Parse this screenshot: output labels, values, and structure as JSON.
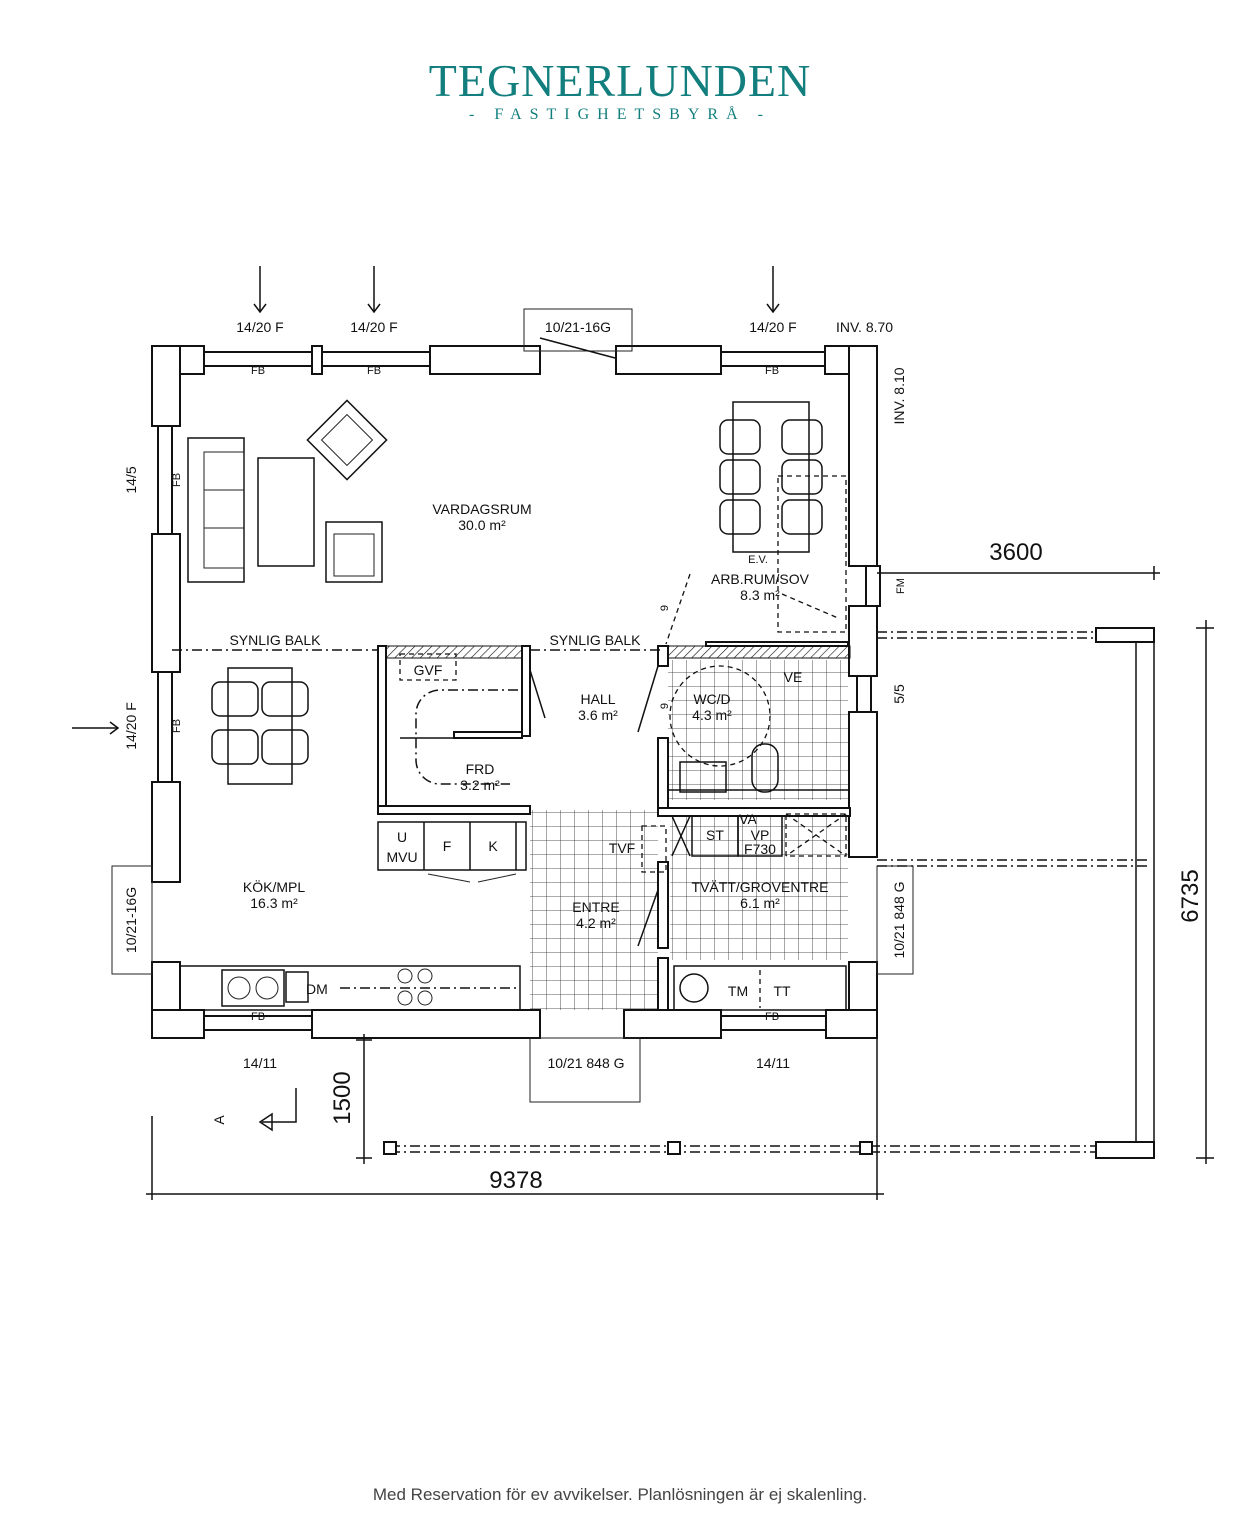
{
  "logo": {
    "name": "TEGNERLUNDEN",
    "tagline": "- FASTIGHETSBYRÅ -"
  },
  "plan": {
    "window_labels": {
      "top_left": "14/20 F",
      "top_middle": "14/20 F",
      "top_right": "14/20 F",
      "left_upper": "14/5",
      "left_lower": "14/20 F",
      "right_middle": "5/5",
      "bottom_left": "14/11",
      "bottom_right": "14/11"
    },
    "door_labels": {
      "top": "10/21-16G",
      "left": "10/21-16G",
      "right": "10/21 848 G",
      "bottom": "10/21 848 G"
    },
    "inv": {
      "horizontal": "INV.   8.70",
      "vertical": "INV.   8.10"
    },
    "beams": [
      "SYNLIG BALK",
      "SYNLIG BALK"
    ],
    "rooms": [
      {
        "name": "VARDAGSRUM",
        "area": "30.0 m²"
      },
      {
        "name": "ARB.RUM/SOV",
        "area": "8.3 m²"
      },
      {
        "name": "HALL",
        "area": "3.6 m²"
      },
      {
        "name": "WC/D",
        "area": "4.3 m²"
      },
      {
        "name": "FRD",
        "area": "3.2 m²"
      },
      {
        "name": "KÖK/MPL",
        "area": "16.3 m²"
      },
      {
        "name": "ENTRE",
        "area": "4.2 m²"
      },
      {
        "name": "TVÄTT/GROVENTRE",
        "area": "6.1 m²"
      }
    ],
    "fixtures": {
      "fb": "FB",
      "ev": "E.V.",
      "fm": "FM",
      "gvf": "GVF",
      "ve": "VE",
      "u": "U",
      "mvu": "MVU",
      "f": "F",
      "k": "K",
      "tvf": "TVF",
      "va": "VA",
      "st": "ST",
      "vp": "VP",
      "f730": "F730",
      "tm": "TM",
      "tt": "TT",
      "dm": "DM",
      "nine": "9"
    },
    "dimensions": {
      "width": "9378",
      "carport_width": "3600",
      "carport_depth": "6735",
      "overhang": "1500"
    },
    "north_marker": "A"
  },
  "footer": "Med Reservation för ev avvikelser. Planlösningen är ej skalenling."
}
